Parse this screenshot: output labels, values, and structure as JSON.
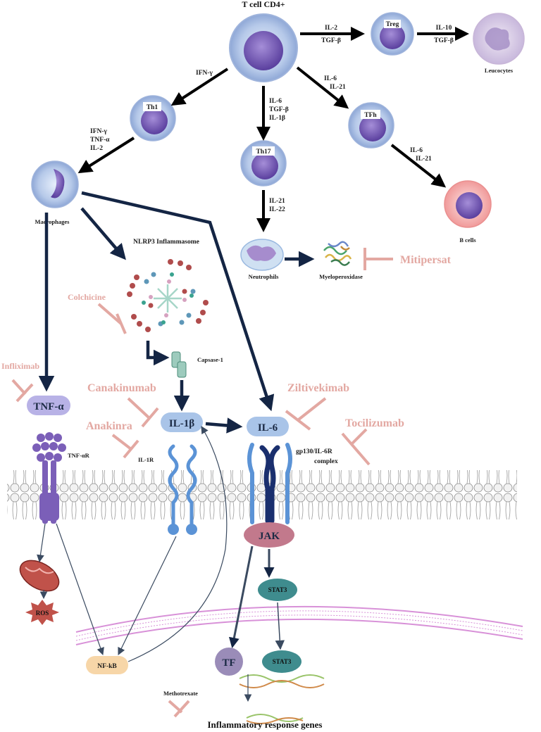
{
  "cells": {
    "tcell": "T cell CD4+",
    "treg": "Treg",
    "leucocytes": "Leucocytes",
    "th1": "Th1",
    "th17": "Th17",
    "tfh": "TFh",
    "macrophages": "Macrophages",
    "neutrophils": "Neutrophils",
    "bcells": "B cells",
    "myeloperoxidase": "Myeloperoxidase"
  },
  "signals": {
    "t_to_treg": [
      "IL-2",
      "TGF-β"
    ],
    "treg_to_leuco": [
      "IL-10",
      "TGF-β"
    ],
    "t_to_th1": [
      "IFN-γ"
    ],
    "t_to_th17": [
      "IL-6",
      "TGF-β",
      "IL-1β"
    ],
    "t_to_tfh": [
      "IL-6",
      "IL-21"
    ],
    "th1_to_macro": [
      "IFN-γ",
      "TNF-α",
      "IL-2"
    ],
    "th17_to_neutro": [
      "IL-21",
      "IL-22"
    ],
    "tfh_to_bcells": [
      "IL-6",
      "IL-21"
    ]
  },
  "pathway": {
    "nlrp3": "NLRP3 Inflammasome",
    "caspase": "Capsase-1",
    "tnfa": "TNF-α",
    "il1b": "IL-1β",
    "il6": "IL-6",
    "tnfar": "TNF-αR",
    "il1r": "IL-1R",
    "gp130": "gp130/IL-6R",
    "complex": "complex",
    "jak": "JAK",
    "stat3_a": "STAT3",
    "stat3_b": "STAT3",
    "tf": "TF",
    "nfkb": "NF-kB",
    "ros": "ROS",
    "genes": "Inflammatory response genes"
  },
  "drugs": {
    "mitipersat": "Mitipersat",
    "colchicine": "Colchicine",
    "infliximab": "Infliximab",
    "canakinumab": "Canakinumab",
    "anakinra": "Anakinra",
    "ziltivekimab": "Ziltivekimab",
    "tocilizumab": "Tocilizumab",
    "methotrexate": "Methotrexate"
  },
  "colors": {
    "arrow_dark": "#142544",
    "inhibitor": "#e3a8a2",
    "cell_blue": "#b8cbe8",
    "cytokine_box": "#a9c4e8",
    "jak": "#c2798c",
    "stat3": "#3f8c8e",
    "nfkb": "#f7d6a8",
    "tf": "#9a8cb8",
    "tnfa": "#b8b2e6"
  }
}
